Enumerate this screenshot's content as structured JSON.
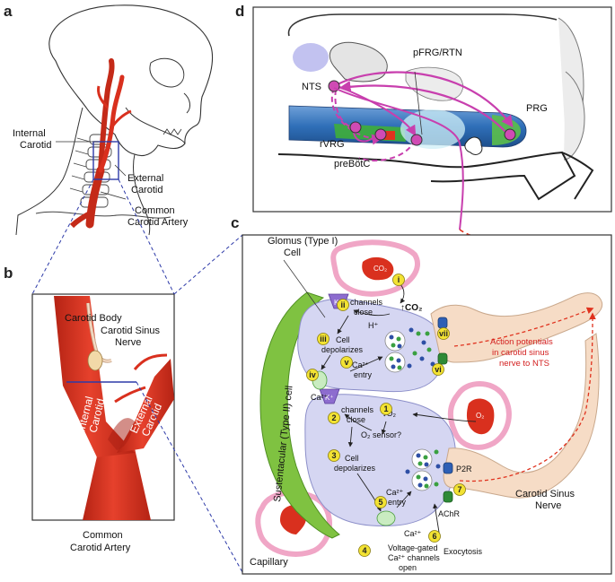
{
  "panels": {
    "a": {
      "letter": "a",
      "internal_carotid_1": "Internal",
      "internal_carotid_2": "Carotid",
      "external_carotid_1": "External",
      "external_carotid_2": "Carotid",
      "common_carotid_1": "Common",
      "common_carotid_2": "Carotid Artery"
    },
    "b": {
      "letter": "b",
      "carotid_body": "Carotid Body",
      "sinus_nerve_1": "Carotid Sinus",
      "sinus_nerve_2": "Nerve",
      "internal_1": "Internal",
      "internal_2": "Carotid",
      "external_1": "External",
      "external_2": "Carotid",
      "common_1": "Common",
      "common_2": "Carotid Artery"
    },
    "d": {
      "letter": "d",
      "nts": "NTS",
      "pfrg": "pFRG/RTN",
      "prg": "PRG",
      "rvrg": "rVRG",
      "prebotc": "preBötC"
    },
    "c": {
      "letter": "c",
      "glomus_1": "Glomus (Type I)",
      "glomus_2": "Cell",
      "sustentacular": "Sustentacular (Type II) cell",
      "capillary": "Capillary",
      "co2_blob": "CO₂",
      "o2_blob": "O₂",
      "co2_up": "↑CO₂",
      "h_plus": "H⁺",
      "k_top": "K⁺",
      "k_bottom": "K⁺",
      "ca_top": "Ca²⁺",
      "ca_bottom": "Ca²⁺",
      "o2_down": "↓O₂",
      "o2_sensor": "O₂ sensor?",
      "step_ii_1": "channels",
      "step_ii_2": "close",
      "step_iii_1": "Cell",
      "step_iii_2": "depolarizes",
      "step_v_1": "Ca²⁺",
      "step_v_2": "entry",
      "step_2_1": "channels",
      "step_2_2": "close",
      "step_3_1": "Cell",
      "step_3_2": "depolarizes",
      "step_5_1": "Ca²⁺",
      "step_5_2": "entry",
      "step_4_1": "Voltage-gated",
      "step_4_2": "Ca²⁺ channels",
      "step_4_3": "open",
      "exocytosis": "Exocytosis",
      "p2r": "P2R",
      "achr": "AChR",
      "ap_1": "Action potentials",
      "ap_2": "in carotid sinus",
      "ap_3": "nerve to NTS",
      "sinus_nerve_1": "Carotid Sinus",
      "sinus_nerve_2": "Nerve",
      "roman": [
        "i",
        "ii",
        "iii",
        "iv",
        "v",
        "vi",
        "vii"
      ],
      "arabic": [
        "1",
        "2",
        "3",
        "4",
        "5",
        "6",
        "7"
      ]
    }
  },
  "colors": {
    "artery": "#d9301e",
    "artery_dark": "#a81e12",
    "cell_fill": "#d5d6f2",
    "cell_stroke": "#8c8fc9",
    "sustentacular": "#7fc241",
    "nerve": "#f6dcc6",
    "nerve_stroke": "#c9a88c",
    "capillary": "#f0a6c6",
    "step_badge": "#f2e233",
    "magenta": "#c83fae",
    "red_dash": "#e0321e",
    "brainstem_blue": "#2f6fb8"
  }
}
